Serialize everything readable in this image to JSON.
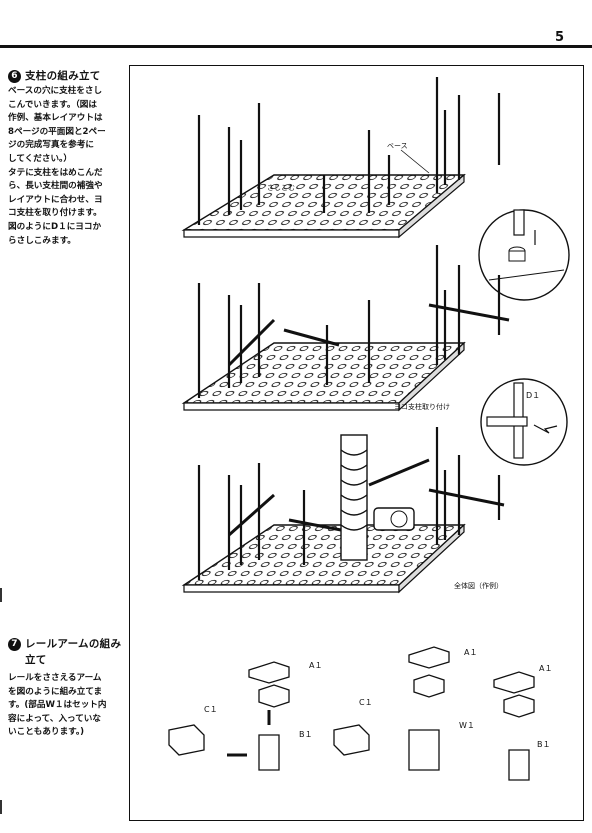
{
  "page": {
    "number": "5"
  },
  "step6": {
    "num": "6",
    "title": "支柱の組み立て",
    "body": "ベースの穴に支柱をさし\nこんでいきます。（図は\n作例、基本レイアウトは\n8ページの平面図と2ペー\nジの完成写真を参考に\nしてください。）\nタテに支柱をはめこんだ\nら、長い支柱間の補強や\nレイアウトに合わせ、ヨ\nコ支柱を取り付けます。\n図のようにD１にヨコか\nらさしこみます。"
  },
  "step7": {
    "num": "7",
    "title_line1": "レールアームの組み",
    "title_line2": "立て",
    "body": "レールをささえるアーム\nを図のように組み立てま\nす。(部品W１はセット内\n容によって、入っていな\nいこともあります。)"
  },
  "figure": {
    "label_base": "ベース",
    "label_insert": "さしこむ",
    "label_yoko": "ヨコ支柱取り付け",
    "label_d1": "D１",
    "label_full": "全体図（作例）",
    "parts": {
      "a1": "A１",
      "b1": "B１",
      "c1": "C１",
      "w1": "W１"
    }
  }
}
